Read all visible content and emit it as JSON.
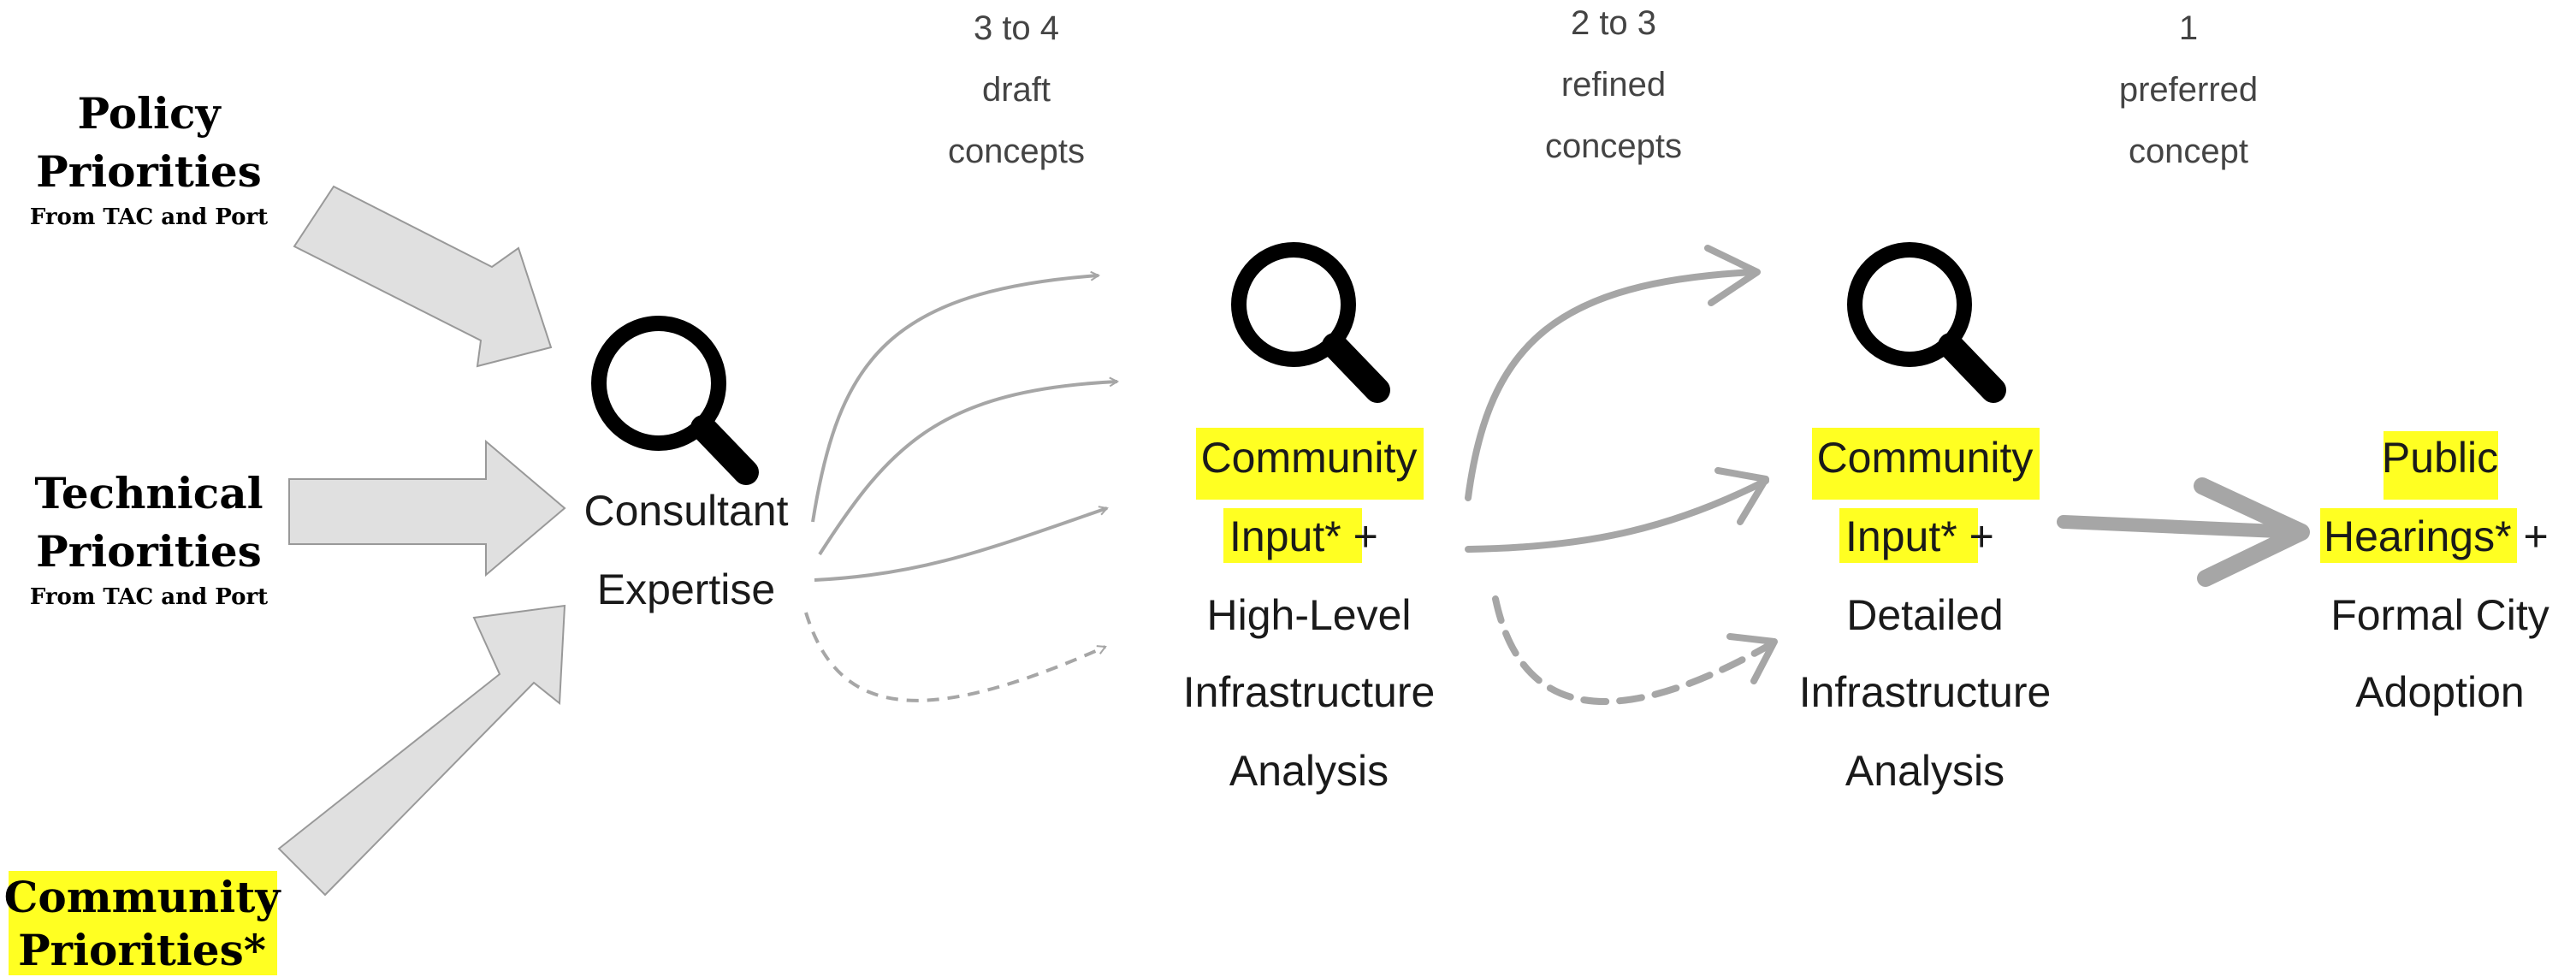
{
  "inputs": {
    "policy": {
      "title_line1": "Policy",
      "title_line2": "Priorities",
      "subtitle": "From TAC and Port"
    },
    "technical": {
      "title_line1": "Technical",
      "title_line2": "Priorities",
      "subtitle": "From TAC and Port"
    },
    "community": {
      "title_line1": "Community",
      "title_line2": "Priorities*"
    }
  },
  "consultant": {
    "line1": "Consultant",
    "line2": "Expertise"
  },
  "stage_counts": [
    {
      "line1": "3 to 4",
      "line2": "draft",
      "line3": "concepts"
    },
    {
      "line1": "2 to 3",
      "line2": "refined",
      "line3": "concepts"
    },
    {
      "line1": "1",
      "line2": "preferred",
      "line3": "concept"
    }
  ],
  "stage2": {
    "line1": "Community",
    "line2a": "Input*",
    "line2b": " +",
    "line3": "High-Level",
    "line4": "Infrastructure",
    "line5": "Analysis"
  },
  "stage3": {
    "line1": "Community",
    "line2a": "Input*",
    "line2b": " +",
    "line3": "Detailed",
    "line4": "Infrastructure",
    "line5": "Analysis"
  },
  "final": {
    "line1": "Public",
    "line2a": "Hearings*",
    "line2b": " +",
    "line3": "Formal City",
    "line4": "Adoption"
  },
  "colors": {
    "highlight": "#ffff22",
    "arrow_fill": "#e0e0e0",
    "arrow_stroke": "#999999",
    "flow": "#a6a6a6"
  }
}
